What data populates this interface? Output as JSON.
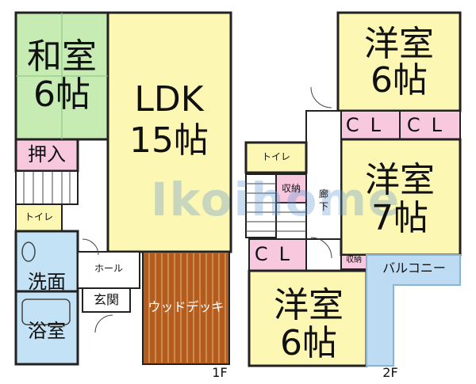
{
  "floor1": {
    "washitsu": {
      "name": "和室",
      "size": "6帖"
    },
    "ldk": {
      "name": "LDK",
      "size": "15帖"
    },
    "oshiire": "押入",
    "toilet": "トイレ",
    "hall": "ホール",
    "senmen": "洗面",
    "genkan": "玄関",
    "yokushitsu": "浴室",
    "deck": "ウッドデッキ",
    "floor_label": "1F"
  },
  "floor2": {
    "yoshitsu_a": {
      "name": "洋室",
      "size": "6帖"
    },
    "yoshitsu_b": {
      "name": "洋室",
      "size": "7帖"
    },
    "yoshitsu_c": {
      "name": "洋室",
      "size": "6帖"
    },
    "cl_1": "CL",
    "cl_2": "CL",
    "cl_3": "CL",
    "toilet": "トイレ",
    "shuno_1": "収納",
    "shuno_2": "収納",
    "rouka": "廊\n下",
    "balcony": "バルコニー",
    "floor_label": "2F"
  },
  "watermark": "Ikoihome",
  "colors": {
    "washitsu": "#c6ecb4",
    "youshitsu": "#fdf7b4",
    "storage": "#f7c8de",
    "bath": "#c3e2f6",
    "deck": "#b45c1c",
    "balcony": "#bddbf2",
    "wall": "#222222",
    "watermark": "#6fa4d6"
  }
}
